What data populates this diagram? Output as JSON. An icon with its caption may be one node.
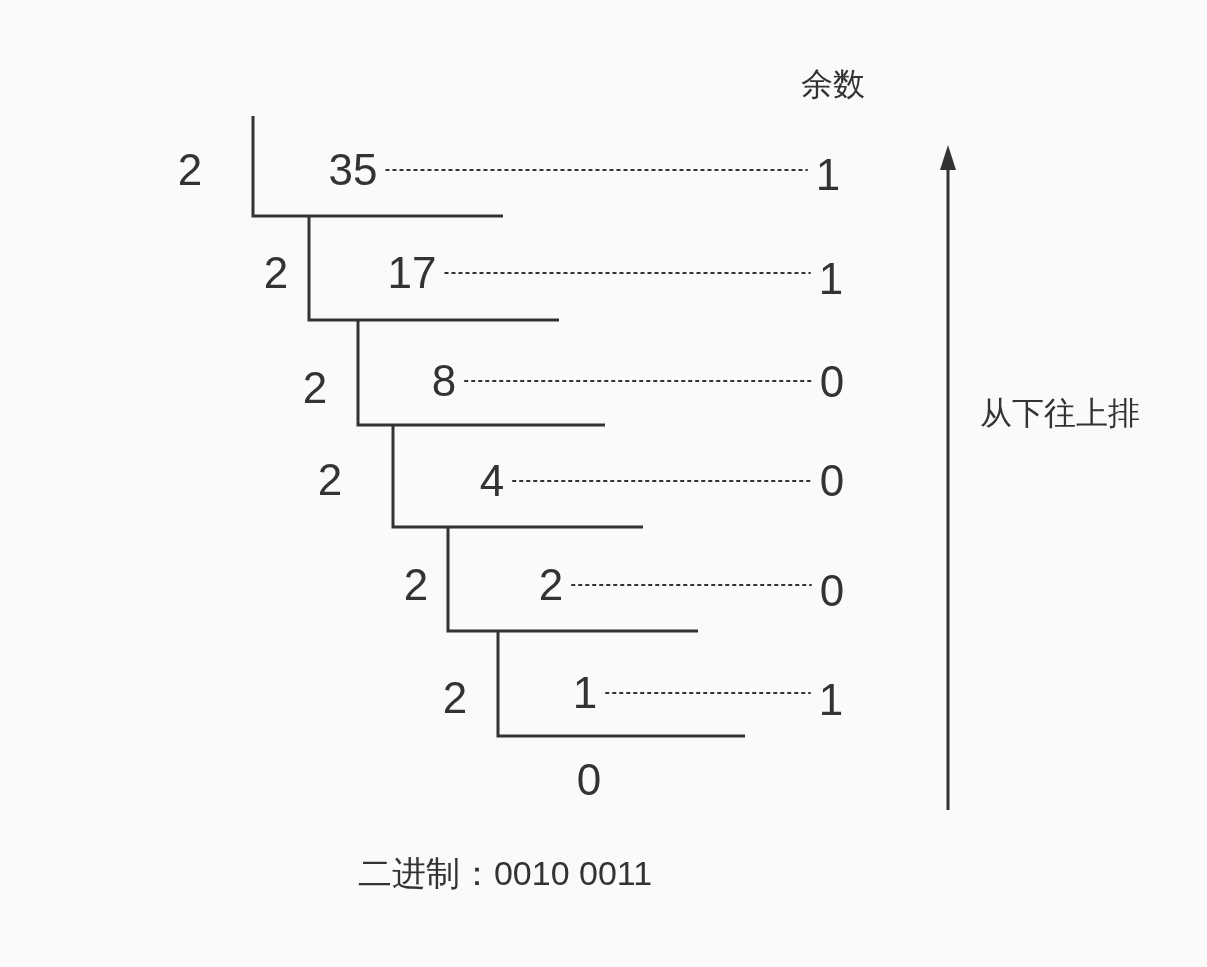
{
  "diagram": {
    "caption": "二进制：0010 0011",
    "nodes": [
      {
        "text": [
          "35"
        ]
      },
      {
        "text": [
          "1"
        ]
      },
      {
        "text": [
          "17"
        ]
      },
      {
        "text": [
          "1"
        ]
      },
      {
        "text": [
          "8"
        ]
      },
      {
        "text": [
          "0"
        ]
      },
      {
        "text": [
          "4"
        ]
      },
      {
        "text": [
          "0"
        ]
      },
      {
        "text": [
          "2"
        ]
      },
      {
        "text": [
          "0"
        ]
      },
      {
        "text": [
          "1"
        ]
      },
      {
        "text": [
          "1"
        ]
      }
    ],
    "edges": [
      {
        "from": 0,
        "to": 1,
        "arrow": "none",
        "style": "dashed"
      },
      {
        "from": 2,
        "to": 3,
        "arrow": "none",
        "style": "dashed"
      },
      {
        "from": 4,
        "to": 5,
        "arrow": "none",
        "style": "dashed"
      },
      {
        "from": 6,
        "to": 7,
        "arrow": "none",
        "style": "dashed"
      },
      {
        "from": 8,
        "to": 9,
        "arrow": "none",
        "style": "dashed"
      },
      {
        "from": 10,
        "to": 11,
        "arrow": "none",
        "style": "dashed"
      }
    ],
    "labels": [
      "余数",
      "2",
      "2",
      "2",
      "2",
      "2",
      "2",
      "0",
      "从下往上排"
    ]
  }
}
